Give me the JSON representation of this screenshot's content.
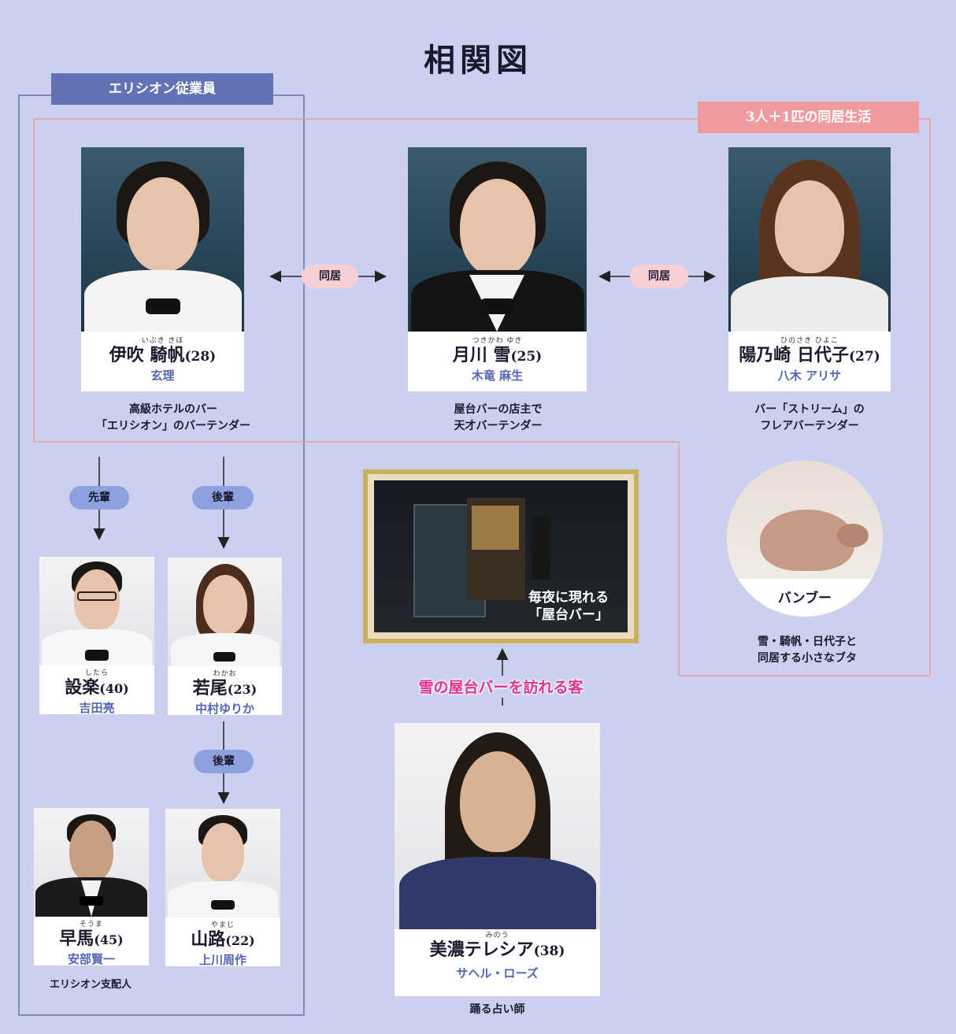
{
  "title": "相関図",
  "groups": {
    "employees": "エリシオン従業員",
    "cohabit": "3人＋1匹の同居生活"
  },
  "relations": {
    "cohabit_left": "同居",
    "cohabit_right": "同居",
    "senpai": "先輩",
    "kohai1": "後輩",
    "kohai2": "後輩",
    "guest": "雪の屋台バーを訪れる客"
  },
  "characters": {
    "ibuki": {
      "ruby": "いぶき きほ",
      "name": "伊吹 騎帆",
      "age": "(28)",
      "actor": "玄理",
      "desc1": "高級ホテルのバー",
      "desc2": "「エリシオン」のバーテンダー"
    },
    "tsukikawa": {
      "ruby": "つきかわ ゆき",
      "name": "月川 雪",
      "age": "(25)",
      "actor": "木竜 麻生",
      "desc1": "屋台バーの店主で",
      "desc2": "天才バーテンダー"
    },
    "hinosaki": {
      "ruby": "ひのさき ひよこ",
      "name": "陽乃崎 日代子",
      "age": "(27)",
      "actor": "八木 アリサ",
      "desc1": "バー「ストリーム」の",
      "desc2": "フレアバーテンダー"
    },
    "bamboo": {
      "name": "バンブー",
      "desc1": "雪・騎帆・日代子と",
      "desc2": "同居する小さなブタ"
    },
    "shitara": {
      "ruby": "したら",
      "name": "設楽",
      "age": "(40)",
      "actor": "吉田亮"
    },
    "wakao": {
      "ruby": "わかお",
      "name": "若尾",
      "age": "(23)",
      "actor": "中村ゆりか"
    },
    "souma": {
      "ruby": "そうま",
      "name": "早馬",
      "age": "(45)",
      "actor": "安部賢一",
      "desc1": "エリシオン支配人"
    },
    "yamaji": {
      "ruby": "やまじ",
      "name": "山路",
      "age": "(22)",
      "actor": "上川周作"
    },
    "mino": {
      "ruby": "みのう",
      "name": "美濃テレシア",
      "age": "(38)",
      "actor": "サヘル・ローズ",
      "desc1": "踊る占い師"
    }
  },
  "yatai": {
    "line1": "毎夜に現れる",
    "line2": "「屋台バー」"
  },
  "colors": {
    "employees": "#6372b5",
    "cohabit": "#ef9a9f",
    "accent": "#e0338f",
    "actor": "#5266b5"
  }
}
